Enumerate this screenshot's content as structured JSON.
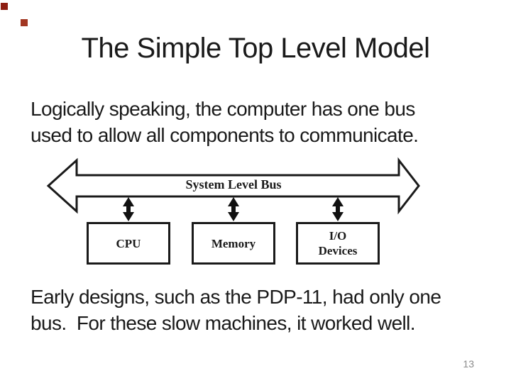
{
  "slide": {
    "title": "The Simple Top Level Model",
    "paragraph1": {
      "lines": [
        "Logically speaking, the computer has one bus",
        "used to allow all components to communicate."
      ]
    },
    "diagram": {
      "bus_label": "System Level Bus",
      "components": [
        {
          "name": "cpu",
          "lines": [
            "CPU"
          ]
        },
        {
          "name": "memory",
          "lines": [
            "Memory"
          ]
        },
        {
          "name": "io-devices",
          "lines": [
            "I/O",
            "Devices"
          ]
        }
      ]
    },
    "paragraph2": {
      "lines": [
        "Early designs, such as the PDP-11, had only one",
        "bus.  For these slow machines, it worked well."
      ]
    },
    "page_number": "13"
  },
  "colors": {
    "text": "#1a1a1a",
    "diagram_stroke": "#1a1a1a",
    "diagram_fill": "#ffffff",
    "small_arrow_fill": "#111111",
    "page_number": "#8a8a8a",
    "decor_square_1": "#8e1e12",
    "decor_square_2": "#a23722"
  }
}
